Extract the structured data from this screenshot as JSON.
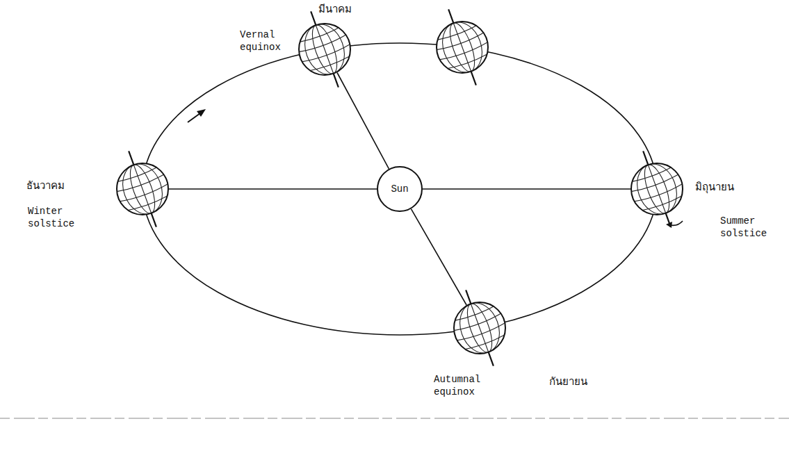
{
  "diagram": {
    "nodes": [
      {
        "text": [
          "Sun"
        ]
      }
    ],
    "labels": [
      "มีนาคม",
      "Vernal equinox",
      "ธันวาคม",
      "Winter solstice",
      "มิถุนายน",
      "Summer solstice",
      "Autumnal equinox",
      "กันยายน"
    ]
  }
}
